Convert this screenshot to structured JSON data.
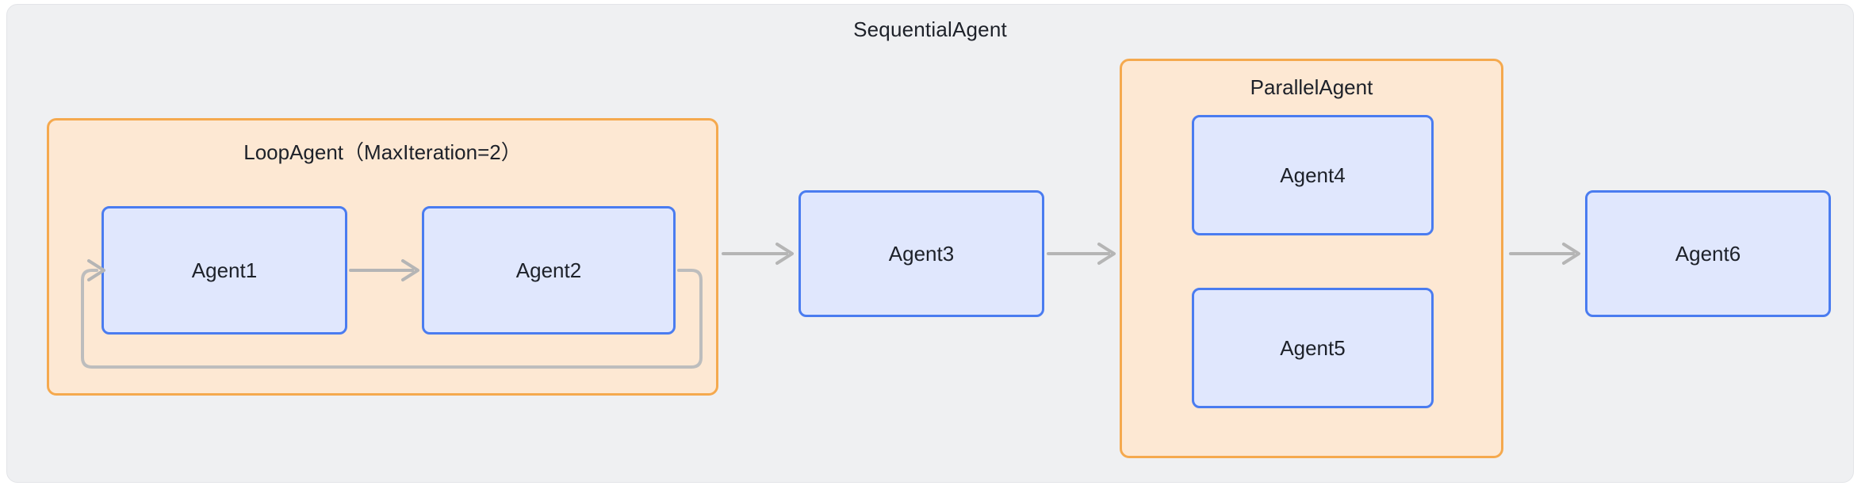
{
  "diagram": {
    "title": "SequentialAgent",
    "type": "flowchart",
    "groups": [
      {
        "id": "loop-group",
        "label": "LoopAgent（MaxIteration=2）",
        "kind": "LoopAgent",
        "max_iteration": 2,
        "fill": "#fde8d3",
        "border": "#f5a94e",
        "children": [
          "Agent1",
          "Agent2"
        ]
      },
      {
        "id": "parallel-group",
        "label": "ParallelAgent",
        "kind": "ParallelAgent",
        "fill": "#fde8d3",
        "border": "#f5a94e",
        "children": [
          "Agent4",
          "Agent5"
        ]
      }
    ],
    "nodes": [
      {
        "id": "agent1",
        "label": "Agent1",
        "parent": "loop-group"
      },
      {
        "id": "agent2",
        "label": "Agent2",
        "parent": "loop-group"
      },
      {
        "id": "agent3",
        "label": "Agent3",
        "parent": "root"
      },
      {
        "id": "agent4",
        "label": "Agent4",
        "parent": "parallel-group"
      },
      {
        "id": "agent5",
        "label": "Agent5",
        "parent": "parallel-group"
      },
      {
        "id": "agent6",
        "label": "Agent6",
        "parent": "root"
      }
    ],
    "edges": [
      {
        "from": "agent1",
        "to": "agent2",
        "style": "arrow"
      },
      {
        "from": "agent2",
        "to": "agent1",
        "style": "loop-back-arrow"
      },
      {
        "from": "loop-group",
        "to": "agent3",
        "style": "arrow"
      },
      {
        "from": "agent3",
        "to": "parallel-group",
        "style": "arrow"
      },
      {
        "from": "parallel-group",
        "to": "agent6",
        "style": "arrow"
      }
    ],
    "colors": {
      "canvas": "#ffffff",
      "outer_fill": "#eff0f2",
      "outer_border": "#e3e4e8",
      "group_fill": "#fde8d3",
      "group_border": "#f5a94e",
      "node_fill": "#e0e7fd",
      "node_border": "#4a7cf0",
      "edge": "#b5b5b5",
      "text": "#1d2129"
    }
  }
}
